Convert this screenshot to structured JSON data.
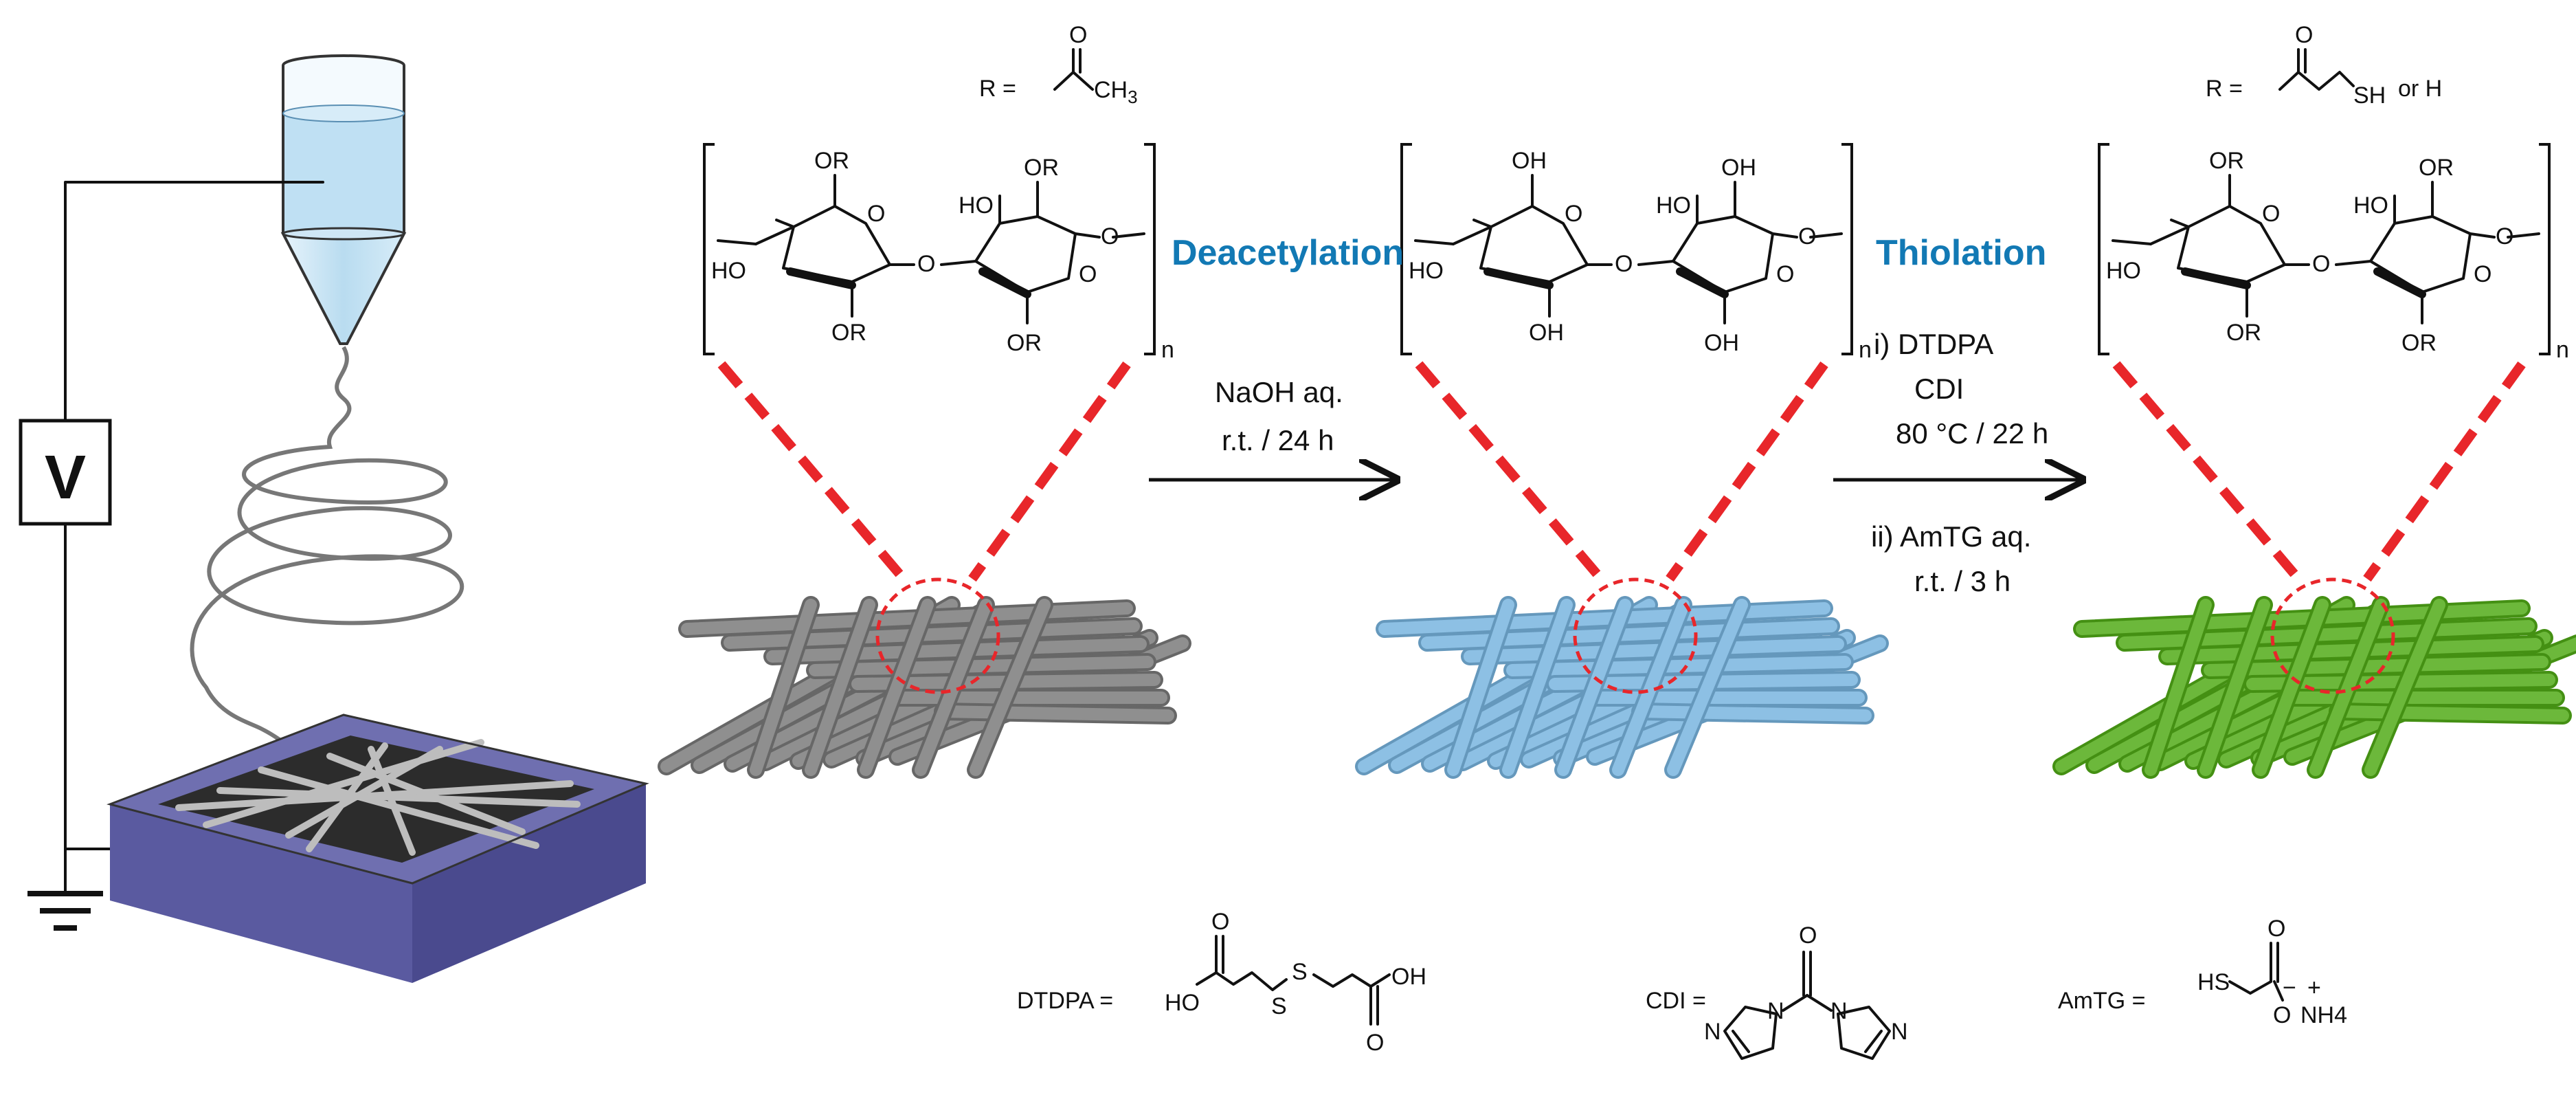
{
  "electrospinning": {
    "voltage_label": "V"
  },
  "structures": [
    {
      "id": "cellulose-acetate",
      "r_label": "R =",
      "substituent": "OR",
      "repeat": "n"
    },
    {
      "id": "cellulose",
      "substituent": "OH",
      "repeat": "n"
    },
    {
      "id": "thiolated-cellulose",
      "r_label": "R =",
      "r_suffix": "or H",
      "substituent": "OR",
      "repeat": "n"
    }
  ],
  "common_atoms": {
    "ring_o": "O",
    "ho": "HO",
    "carbonyl_o": "O",
    "ch3": "CH",
    "ch3_sub": "3",
    "sh": "SH"
  },
  "steps": [
    {
      "title": "Deacetylation",
      "conditions": [
        "NaOH aq.",
        "r.t. / 24 h"
      ]
    },
    {
      "title": "Thiolation",
      "conditions": [
        "i) DTDPA",
        "CDI",
        "80 °C / 22 h",
        "ii) AmTG aq.",
        "r.t. / 3 h"
      ]
    }
  ],
  "reagents": {
    "dtdpa": {
      "label": "DTDPA =",
      "atoms": [
        "HO",
        "O",
        "S",
        "S",
        "OH",
        "O"
      ]
    },
    "cdi": {
      "label": "CDI =",
      "atoms": [
        "O",
        "N",
        "N",
        "N",
        "N"
      ]
    },
    "amtg": {
      "label": "AmTG =",
      "atoms": [
        "HS",
        "O",
        "O",
        "−",
        "+",
        "NH4"
      ]
    }
  },
  "fiber_mat_colors": [
    "#8f8f8f",
    "#8dc0e4",
    "#6cb83b"
  ],
  "substrate_color": "#5a5aa0",
  "highlight_color": "#e8262a",
  "step_title_color": "#1279b4"
}
